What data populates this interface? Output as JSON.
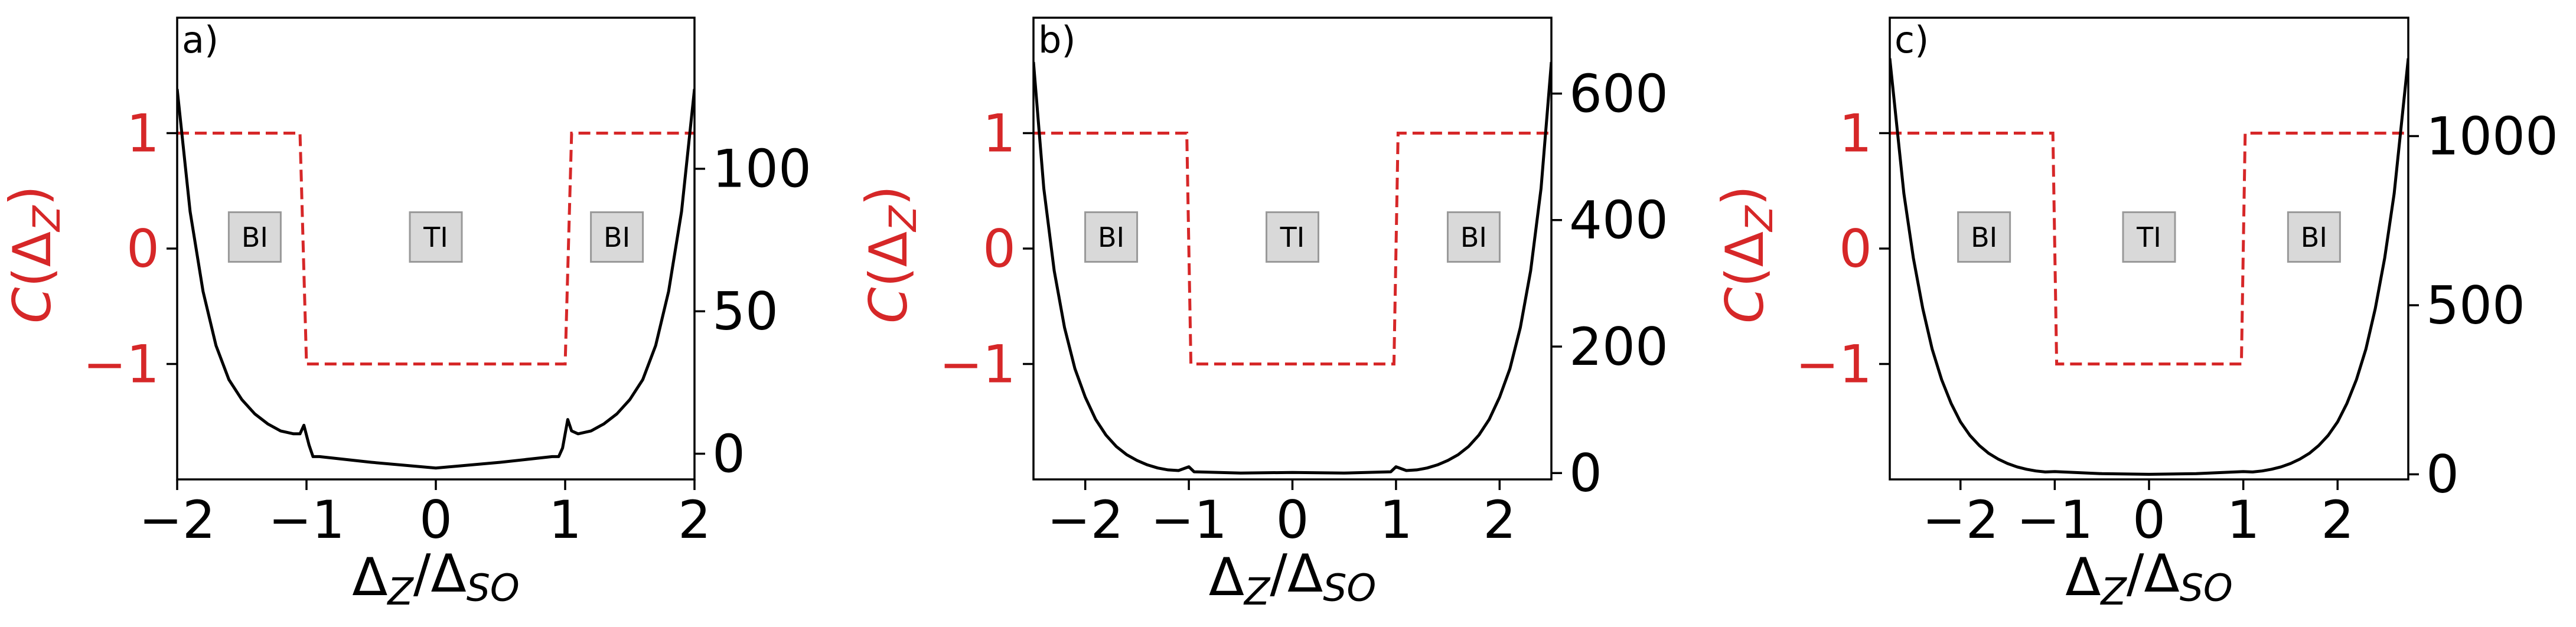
{
  "figure": {
    "left_ylabel": "C(Δ_Z)",
    "xlabel": "Δ_Z/Δ_SO"
  },
  "colors": {
    "chern": "#d62728",
    "curve": "#000000",
    "box_fill": "#d9d9d9",
    "box_edge": "#999999"
  },
  "chart_data": [
    {
      "panel_label": "a)",
      "type": "line",
      "xlim": [
        -2.0,
        2.0
      ],
      "xticks": [
        -2,
        -1,
        0,
        1,
        2
      ],
      "xticklabels": [
        "−2",
        "−1",
        "0",
        "1",
        "2"
      ],
      "left_axis": {
        "ylim": [
          -2.0,
          2.0
        ],
        "ticks": [
          -1,
          0,
          1
        ],
        "ticklabels": [
          "−1",
          "0",
          "1"
        ]
      },
      "right_axis": {
        "ylim": [
          -9,
          153
        ],
        "ticks": [
          0,
          50,
          100
        ],
        "ticklabels": [
          "0",
          "50",
          "100"
        ]
      },
      "regions": [
        {
          "label": "BI",
          "x": -1.4
        },
        {
          "label": "TI",
          "x": 0.0
        },
        {
          "label": "BI",
          "x": 1.4
        }
      ],
      "series": [
        {
          "axis": "left",
          "style": "dashed",
          "x": [
            -2.0,
            -1.05,
            -1.0,
            1.0,
            1.05,
            2.0
          ],
          "y": [
            1,
            1,
            -1,
            -1,
            1,
            1
          ]
        },
        {
          "axis": "right",
          "style": "solid",
          "x": [
            -2.0,
            -1.9,
            -1.8,
            -1.7,
            -1.6,
            -1.5,
            -1.4,
            -1.3,
            -1.2,
            -1.1,
            -1.05,
            -1.02,
            -0.98,
            -0.95,
            -0.9,
            -0.5,
            0.0,
            0.5,
            0.9,
            0.95,
            0.98,
            1.02,
            1.05,
            1.1,
            1.2,
            1.3,
            1.4,
            1.5,
            1.6,
            1.7,
            1.8,
            1.9,
            2.0
          ],
          "y": [
            128,
            85,
            57,
            38,
            26,
            19,
            14,
            10.5,
            8,
            7,
            7,
            10,
            3,
            -1,
            -1,
            -3,
            -5,
            -3,
            -1,
            -1,
            2,
            12,
            8,
            7,
            8,
            10.5,
            14,
            19,
            26,
            38,
            57,
            85,
            128
          ]
        }
      ]
    },
    {
      "panel_label": "b)",
      "type": "line",
      "xlim": [
        -2.5,
        2.5
      ],
      "xticks": [
        -2,
        -1,
        0,
        1,
        2
      ],
      "xticklabels": [
        "−2",
        "−1",
        "0",
        "1",
        "2"
      ],
      "left_axis": {
        "ylim": [
          -2.0,
          2.0
        ],
        "ticks": [
          -1,
          0,
          1
        ],
        "ticklabels": [
          "−1",
          "0",
          "1"
        ]
      },
      "right_axis": {
        "ylim": [
          -10,
          720
        ],
        "ticks": [
          0,
          200,
          400,
          600
        ],
        "ticklabels": [
          "0",
          "200",
          "400",
          "600"
        ]
      },
      "regions": [
        {
          "label": "BI",
          "x": -1.75
        },
        {
          "label": "TI",
          "x": 0.0
        },
        {
          "label": "BI",
          "x": 1.75
        }
      ],
      "series": [
        {
          "axis": "left",
          "style": "dashed",
          "x": [
            -2.5,
            -1.02,
            -0.98,
            0.98,
            1.02,
            2.5
          ],
          "y": [
            1,
            1,
            -1,
            -1,
            1,
            1
          ]
        },
        {
          "axis": "right",
          "style": "solid",
          "x": [
            -2.5,
            -2.4,
            -2.3,
            -2.2,
            -2.1,
            -2.0,
            -1.9,
            -1.8,
            -1.7,
            -1.6,
            -1.5,
            -1.4,
            -1.3,
            -1.2,
            -1.1,
            -1.0,
            -0.95,
            -0.5,
            0.0,
            0.5,
            0.95,
            1.0,
            1.1,
            1.2,
            1.3,
            1.4,
            1.5,
            1.6,
            1.7,
            1.8,
            1.9,
            2.0,
            2.1,
            2.2,
            2.3,
            2.4,
            2.5
          ],
          "y": [
            650,
            450,
            320,
            230,
            165,
            120,
            85,
            60,
            42,
            29,
            20,
            13,
            8,
            5,
            4,
            10,
            2,
            0,
            1,
            0,
            2,
            10,
            4,
            5,
            8,
            13,
            20,
            29,
            42,
            60,
            85,
            120,
            165,
            230,
            320,
            450,
            650
          ]
        }
      ]
    },
    {
      "panel_label": "c)",
      "type": "line",
      "xlim": [
        -2.75,
        2.75
      ],
      "xticks": [
        -2,
        -1,
        0,
        1,
        2
      ],
      "xticklabels": [
        "−2",
        "−1",
        "0",
        "1",
        "2"
      ],
      "left_axis": {
        "ylim": [
          -2.0,
          2.0
        ],
        "ticks": [
          -1,
          0,
          1
        ],
        "ticklabels": [
          "−1",
          "0",
          "1"
        ]
      },
      "right_axis": {
        "ylim": [
          -15,
          1350
        ],
        "ticks": [
          0,
          500,
          1000
        ],
        "ticklabels": [
          "0",
          "500",
          "1000"
        ]
      },
      "regions": [
        {
          "label": "BI",
          "x": -1.75
        },
        {
          "label": "TI",
          "x": 0.0
        },
        {
          "label": "BI",
          "x": 1.75
        }
      ],
      "series": [
        {
          "axis": "left",
          "style": "dashed",
          "x": [
            -2.75,
            -1.02,
            -0.98,
            0.98,
            1.02,
            2.75
          ],
          "y": [
            1,
            1,
            -1,
            -1,
            1,
            1
          ]
        },
        {
          "axis": "right",
          "style": "solid",
          "x": [
            -2.75,
            -2.6,
            -2.5,
            -2.4,
            -2.3,
            -2.2,
            -2.1,
            -2.0,
            -1.9,
            -1.8,
            -1.7,
            -1.6,
            -1.5,
            -1.4,
            -1.3,
            -1.2,
            -1.1,
            -1.0,
            -0.5,
            0.0,
            0.5,
            1.0,
            1.1,
            1.2,
            1.3,
            1.4,
            1.5,
            1.6,
            1.7,
            1.8,
            1.9,
            2.0,
            2.1,
            2.2,
            2.3,
            2.4,
            2.5,
            2.6,
            2.75
          ],
          "y": [
            1230,
            830,
            640,
            490,
            370,
            280,
            210,
            155,
            115,
            85,
            62,
            45,
            32,
            22,
            15,
            10,
            7,
            8,
            2,
            0,
            2,
            8,
            7,
            10,
            15,
            22,
            32,
            45,
            62,
            85,
            115,
            155,
            210,
            280,
            370,
            490,
            640,
            830,
            1230
          ]
        }
      ]
    }
  ]
}
